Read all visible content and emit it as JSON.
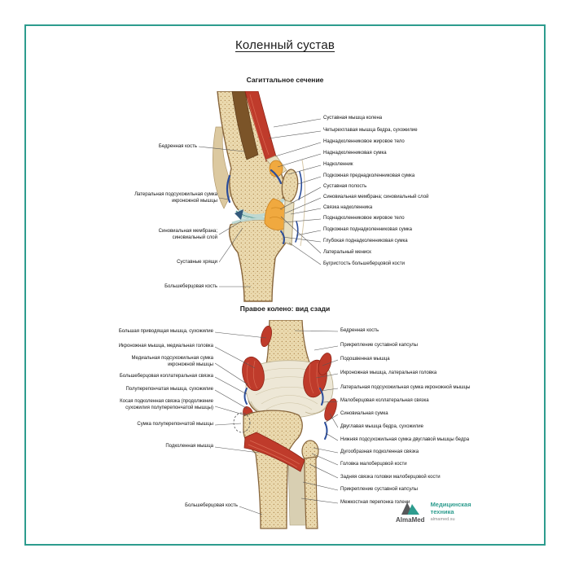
{
  "poster": {
    "title": "Коленный сустав",
    "frame_color": "#2d9c8e"
  },
  "sagittal": {
    "subtitle": "Сагиттальное сечение",
    "left_labels": [
      "Бедренная кость",
      "Латеральная подсухожильная сумка икроножной мышцы",
      "Синовиальная мембрана; синовиальный слой",
      "Суставные хрящи",
      "Большеберцовая кость"
    ],
    "right_labels": [
      "Суставная мышца колена",
      "Четырехглавая мышца бедра, сухожилие",
      "Наднадколенниковое жировое тело",
      "Наднадколенниковая сумка",
      "Надколенник",
      "Подкожная преднадколенниковая сумка",
      "Суставная полость",
      "Синовиальная мембрана; синовиальный слой",
      "Связка надколенника",
      "Поднадколенниковое жировое тело",
      "Подкожная поднадколенниковая сумка",
      "Глубокая поднадколенниковая сумка",
      "Латеральный мениск",
      "Бугристость большеберцовой кости"
    ]
  },
  "posterior": {
    "subtitle": "Правое колено: вид сзади",
    "left_labels": [
      "Большая приводящая мышца, сухожилие",
      "Икроножная мышца, медиальная головка",
      "Медиальная подсухожильная сумка икроножной мышцы",
      "Большеберцовая коллатеральная связка",
      "Полуперепончатая мышца, сухожилие",
      "Косая подколенная связка (продолжение сухожилия полуперепончатой мышцы)",
      "Сумка полуперепончатой мышцы",
      "Подколенная мышца",
      "Большеберцовая кость"
    ],
    "right_labels": [
      "Бедренная кость",
      "Прикрепление суставной капсулы",
      "Подошвенная мышца",
      "Икроножная мышца, латеральная головка",
      "Латеральная подсухожильная сумка икроножной мышцы",
      "Малоберцовая коллатеральная связка",
      "Синовиальная сумка",
      "Двуглавая мышца бедра, сухожилие",
      "Нижняя подсухожильная сумка двуглавой мышцы бедра",
      "Дугообразная подколенная связка",
      "Головка малоберцовой кости",
      "Задняя связка головки малоберцовой кости",
      "Прикрепление суставной капсулы",
      "Межкостная перепонка голени"
    ]
  },
  "footer": {
    "brand": "AlmaMed",
    "tagline1": "Медицинская",
    "tagline2": "техника",
    "site": "almamed.su"
  }
}
